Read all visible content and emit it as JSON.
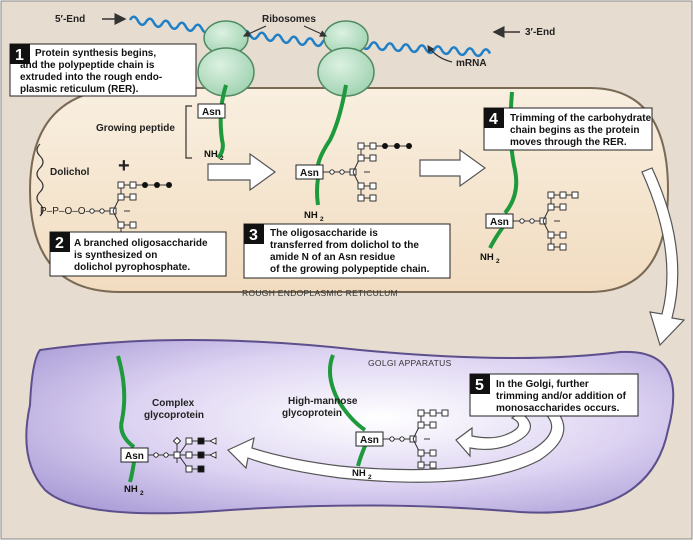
{
  "labels": {
    "five_prime": "5′-End",
    "three_prime": "3′-End",
    "ribosomes": "Ribosomes",
    "mrna": "mRNA",
    "growing_peptide": "Growing peptide",
    "dolichol": "Dolichol",
    "plus": "+",
    "dolichol_chain": "P–P–O–O–",
    "asn": "Asn",
    "nh": "NH",
    "sub2": "2",
    "rer": "ROUGH ENDOPLASMIC RETICULUM",
    "golgi": "GOLGI APPARATUS",
    "complex_line1": "Complex",
    "complex_line2": "glycoprotein",
    "highmannose_line1": "High-mannose",
    "highmannose_line2": "glycoprotein"
  },
  "steps": [
    {
      "number": "1",
      "lines": [
        "Protein synthesis begins,",
        "and the polypeptide chain is",
        "extruded into the rough endo-",
        "plasmic reticulum (RER)."
      ]
    },
    {
      "number": "2",
      "lines": [
        "A branched oligosaccharide",
        "is synthesized on",
        "dolichol pyrophosphate."
      ]
    },
    {
      "number": "3",
      "lines": [
        "The oligosaccharide is",
        "transferred from dolichol to the",
        "amide N of an Asn residue",
        "of the growing polypeptide chain."
      ]
    },
    {
      "number": "4",
      "lines": [
        "Trimming of the carbohydrate",
        "chain begins as the protein",
        "moves through the RER."
      ]
    },
    {
      "number": "5",
      "lines": [
        "In the Golgi, further",
        "trimming and/or addition of",
        "monosaccharides occurs."
      ]
    }
  ],
  "colors": {
    "rer_fill": "#f6e8d4",
    "golgi_fill": "#cbbfe8",
    "peptide": "#1e9a3c",
    "ribosome": "#b9e0c6",
    "mrna": "#1f7fc7",
    "step_badge": "#111111"
  }
}
